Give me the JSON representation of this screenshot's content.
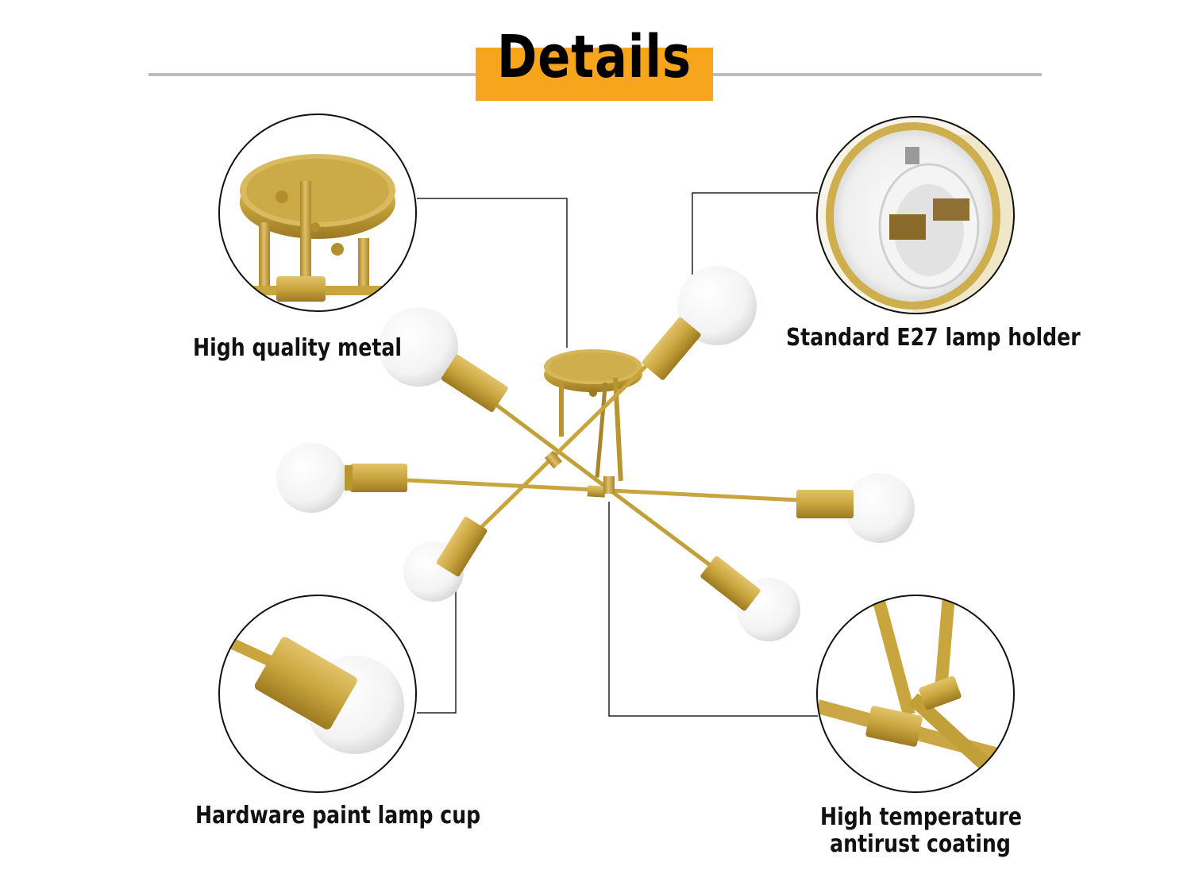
{
  "header": {
    "title": "Details",
    "accent_color": "#f7a51c"
  },
  "colors": {
    "brass": "#c9a53e",
    "brass_dark": "#9c7a22",
    "bulb": "#ffffff"
  },
  "callouts": [
    {
      "id": "metal",
      "label": "High quality metal"
    },
    {
      "id": "holder",
      "label": "Standard E27 lamp holder"
    },
    {
      "id": "cup",
      "label": "Hardware paint lamp cup"
    },
    {
      "id": "coating",
      "label_line1": "High temperature",
      "label_line2": "antirust coating"
    }
  ]
}
